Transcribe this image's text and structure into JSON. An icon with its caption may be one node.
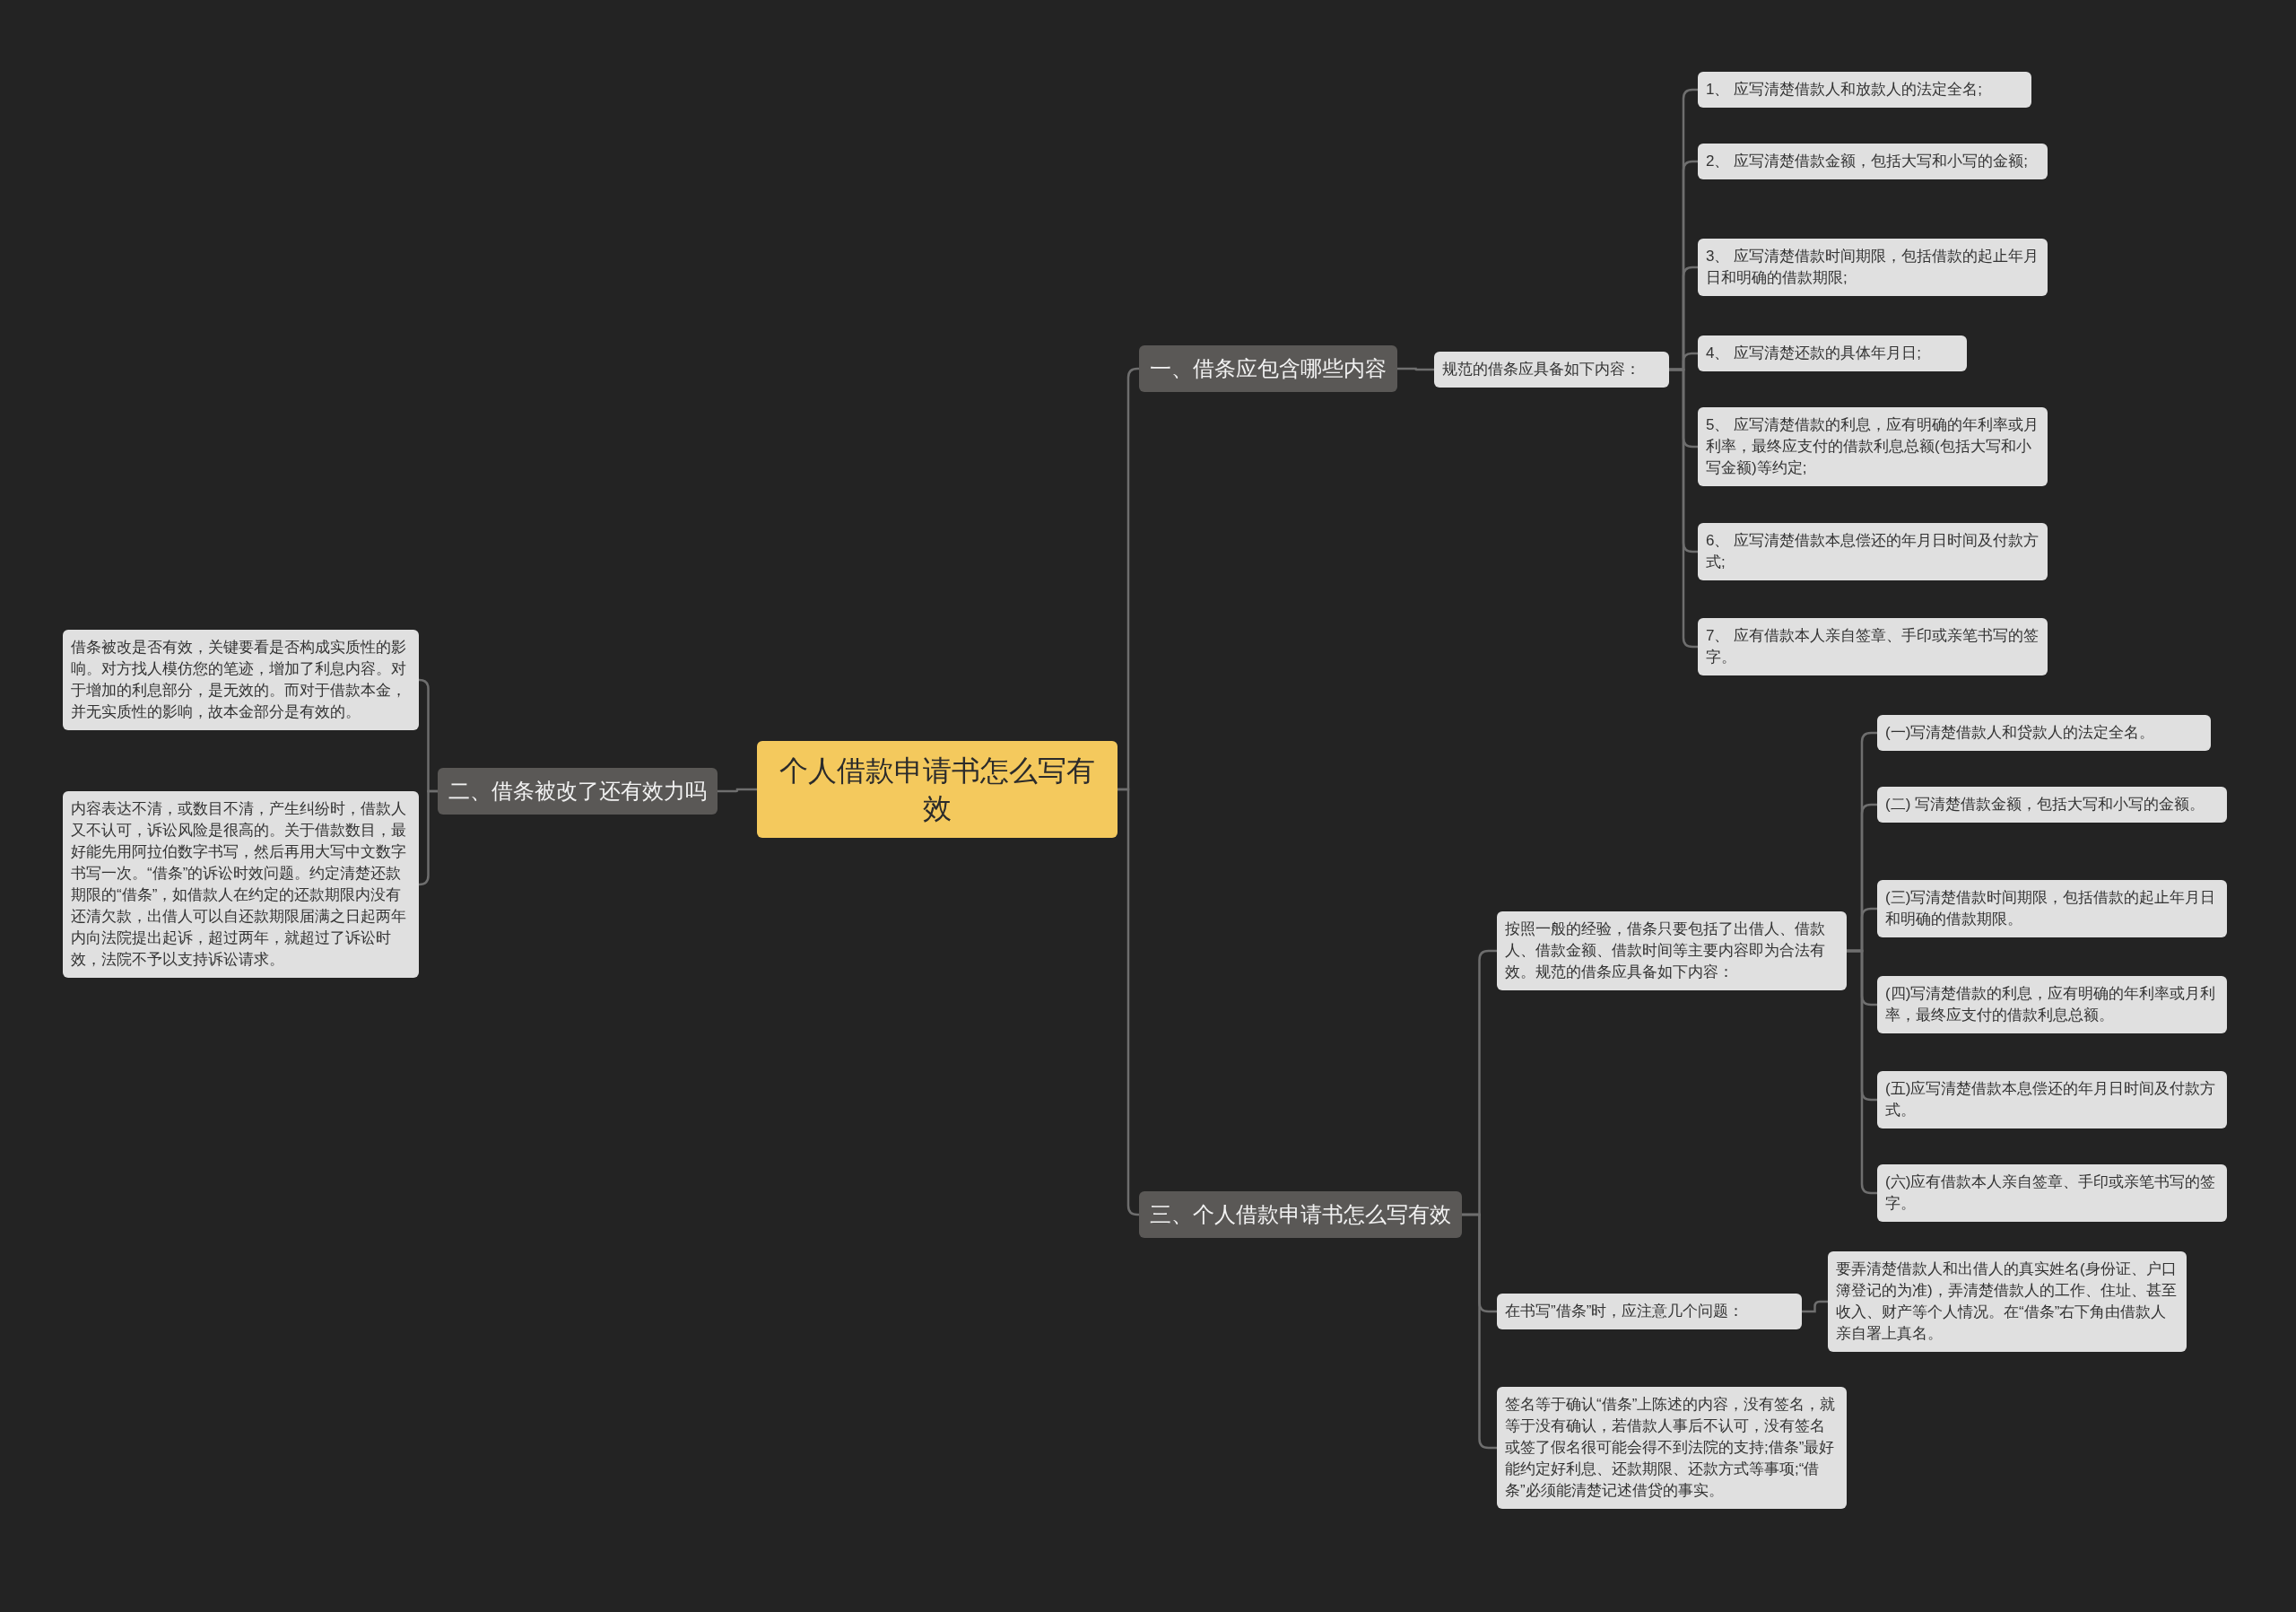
{
  "diagram": {
    "nodes": [
      {
        "text": [
          "个人借款申请书怎么写有效"
        ]
      },
      {
        "text": [
          "一、借条应包含哪些内容"
        ]
      },
      {
        "text": [
          "规范的借条应具备如下内容："
        ]
      },
      {
        "text": [
          "1、 应写清楚借款人和放款人的法定全名;"
        ]
      },
      {
        "text": [
          "2、 应写清楚借款金额，包括大写和小写的金额;"
        ]
      },
      {
        "text": [
          "3、 应写清楚借款时间期限，包括借款的起止年月日和明确的借款期限;"
        ]
      },
      {
        "text": [
          "4、 应写清楚还款的具体年月日;"
        ]
      },
      {
        "text": [
          "5、 应写清楚借款的利息，应有明确的年利率或月利率，最终应支付的借款利息总额(包括大写和小写金额)等约定;"
        ]
      },
      {
        "text": [
          "6、 应写清楚借款本息偿还的年月日时间及付款方式;"
        ]
      },
      {
        "text": [
          "7、 应有借款本人亲自签章、手印或亲笔书写的签字。"
        ]
      },
      {
        "text": [
          "二、借条被改了还有效力吗"
        ]
      },
      {
        "text": [
          "借条被改是否有效，关键要看是否构成实质性的影响。对方找人模仿您的笔迹，增加了利息内容。对于增加的利息部分，是无效的。而对于借款本金，并无实质性的影响，故本金部分是有效的。"
        ]
      },
      {
        "text": [
          "内容表达不清，或数目不清，产生纠纷时，借款人又不认可，诉讼风险是很高的。关于借款数目，最好能先用阿拉伯数字书写，然后再用大写中文数字书写一次。“借条”的诉讼时效问题。约定清楚还款期限的“借条”，如借款人在约定的还款期限内没有还清欠款，出借人可以自还款期限届满之日起两年内向法院提出起诉，超过两年，就超过了诉讼时效，法院不予以支持诉讼请求。"
        ]
      },
      {
        "text": [
          "三、个人借款申请书怎么写有效"
        ]
      },
      {
        "text": [
          "按照一般的经验，借条只要包括了出借人、借款人、借款金额、借款时间等主要内容即为合法有效。规范的借条应具备如下内容："
        ]
      },
      {
        "text": [
          "(一)写清楚借款人和贷款人的法定全名。"
        ]
      },
      {
        "text": [
          "(二) 写清楚借款金额，包括大写和小写的金额。"
        ]
      },
      {
        "text": [
          "(三)写清楚借款时间期限，包括借款的起止年月日和明确的借款期限。"
        ]
      },
      {
        "text": [
          "(四)写清楚借款的利息，应有明确的年利率或月利率，最终应支付的借款利息总额。"
        ]
      },
      {
        "text": [
          "(五)应写清楚借款本息偿还的年月日时间及付款方式。"
        ]
      },
      {
        "text": [
          "(六)应有借款本人亲自签章、手印或亲笔书写的签字。"
        ]
      },
      {
        "text": [
          "在书写”借条”时，应注意几个问题："
        ]
      },
      {
        "text": [
          "要弄清楚借款人和出借人的真实姓名(身份证、户口簿登记的为准)，弄清楚借款人的工作、住址、甚至收入、财产等个人情况。在“借条”右下角由借款人亲自署上真名。"
        ]
      },
      {
        "text": [
          "签名等于确认“借条”上陈述的内容，没有签名，就等于没有确认，若借款人事后不认可，没有签名或签了假名很可能会得不到法院的支持;借条”最好能约定好利息、还款期限、还款方式等事项;“借条”必须能清楚记述借贷的事实。"
        ]
      }
    ],
    "edges": [
      {
        "from": 0,
        "to": 1,
        "arrow": "none"
      },
      {
        "from": 1,
        "to": 2,
        "arrow": "none"
      },
      {
        "from": 2,
        "to": 3,
        "arrow": "none"
      },
      {
        "from": 2,
        "to": 4,
        "arrow": "none"
      },
      {
        "from": 2,
        "to": 5,
        "arrow": "none"
      },
      {
        "from": 2,
        "to": 6,
        "arrow": "none"
      },
      {
        "from": 2,
        "to": 7,
        "arrow": "none"
      },
      {
        "from": 2,
        "to": 8,
        "arrow": "none"
      },
      {
        "from": 2,
        "to": 9,
        "arrow": "none"
      },
      {
        "from": 0,
        "to": 10,
        "arrow": "none"
      },
      {
        "from": 10,
        "to": 11,
        "arrow": "none"
      },
      {
        "from": 10,
        "to": 12,
        "arrow": "none"
      },
      {
        "from": 0,
        "to": 13,
        "arrow": "none"
      },
      {
        "from": 13,
        "to": 14,
        "arrow": "none"
      },
      {
        "from": 14,
        "to": 15,
        "arrow": "none"
      },
      {
        "from": 14,
        "to": 16,
        "arrow": "none"
      },
      {
        "from": 14,
        "to": 17,
        "arrow": "none"
      },
      {
        "from": 14,
        "to": 18,
        "arrow": "none"
      },
      {
        "from": 14,
        "to": 19,
        "arrow": "none"
      },
      {
        "from": 14,
        "to": 20,
        "arrow": "none"
      },
      {
        "from": 13,
        "to": 21,
        "arrow": "none"
      },
      {
        "from": 21,
        "to": 22,
        "arrow": "none"
      },
      {
        "from": 13,
        "to": 23,
        "arrow": "none"
      }
    ]
  }
}
